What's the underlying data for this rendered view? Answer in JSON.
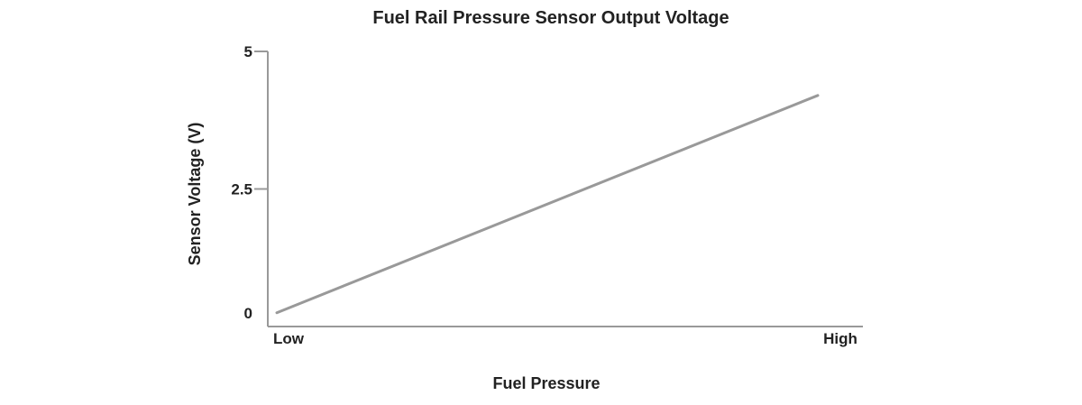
{
  "chart_data": {
    "type": "line",
    "title": "Fuel Rail Pressure Sensor Output Voltage",
    "xlabel": "Fuel Pressure",
    "ylabel": "Sensor Voltage (V)",
    "x_tick_labels": [
      "Low",
      "High"
    ],
    "y_ticks": [
      0,
      2.5,
      5
    ],
    "y_tick_labels": [
      "0",
      "2.5",
      "5"
    ],
    "ylim": [
      0,
      5
    ],
    "grid": false,
    "series": [
      {
        "points": [
          {
            "x": "Low",
            "y": 0.25
          },
          {
            "x": "High",
            "y": 4.2
          }
        ],
        "color": "#999999"
      }
    ],
    "colors": {
      "axis": "#999999",
      "line": "#999999",
      "text": "#222222"
    }
  }
}
